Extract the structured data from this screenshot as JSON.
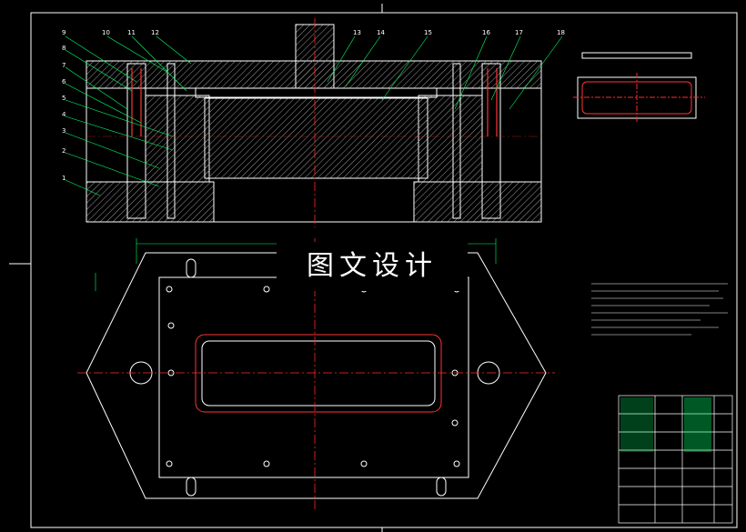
{
  "watermark": "图文设计",
  "part_numbers": [
    "1",
    "2",
    "3",
    "4",
    "5",
    "6",
    "7",
    "8",
    "9",
    "10",
    "11",
    "12",
    "13",
    "14",
    "15",
    "16",
    "17",
    "18"
  ],
  "colors": {
    "background": "#000000",
    "outline": "#ffffff",
    "hatch": "#b0b0b0",
    "centerline": "#ff2a2a",
    "dimension": "#00ff66",
    "part": "#ffffff"
  }
}
